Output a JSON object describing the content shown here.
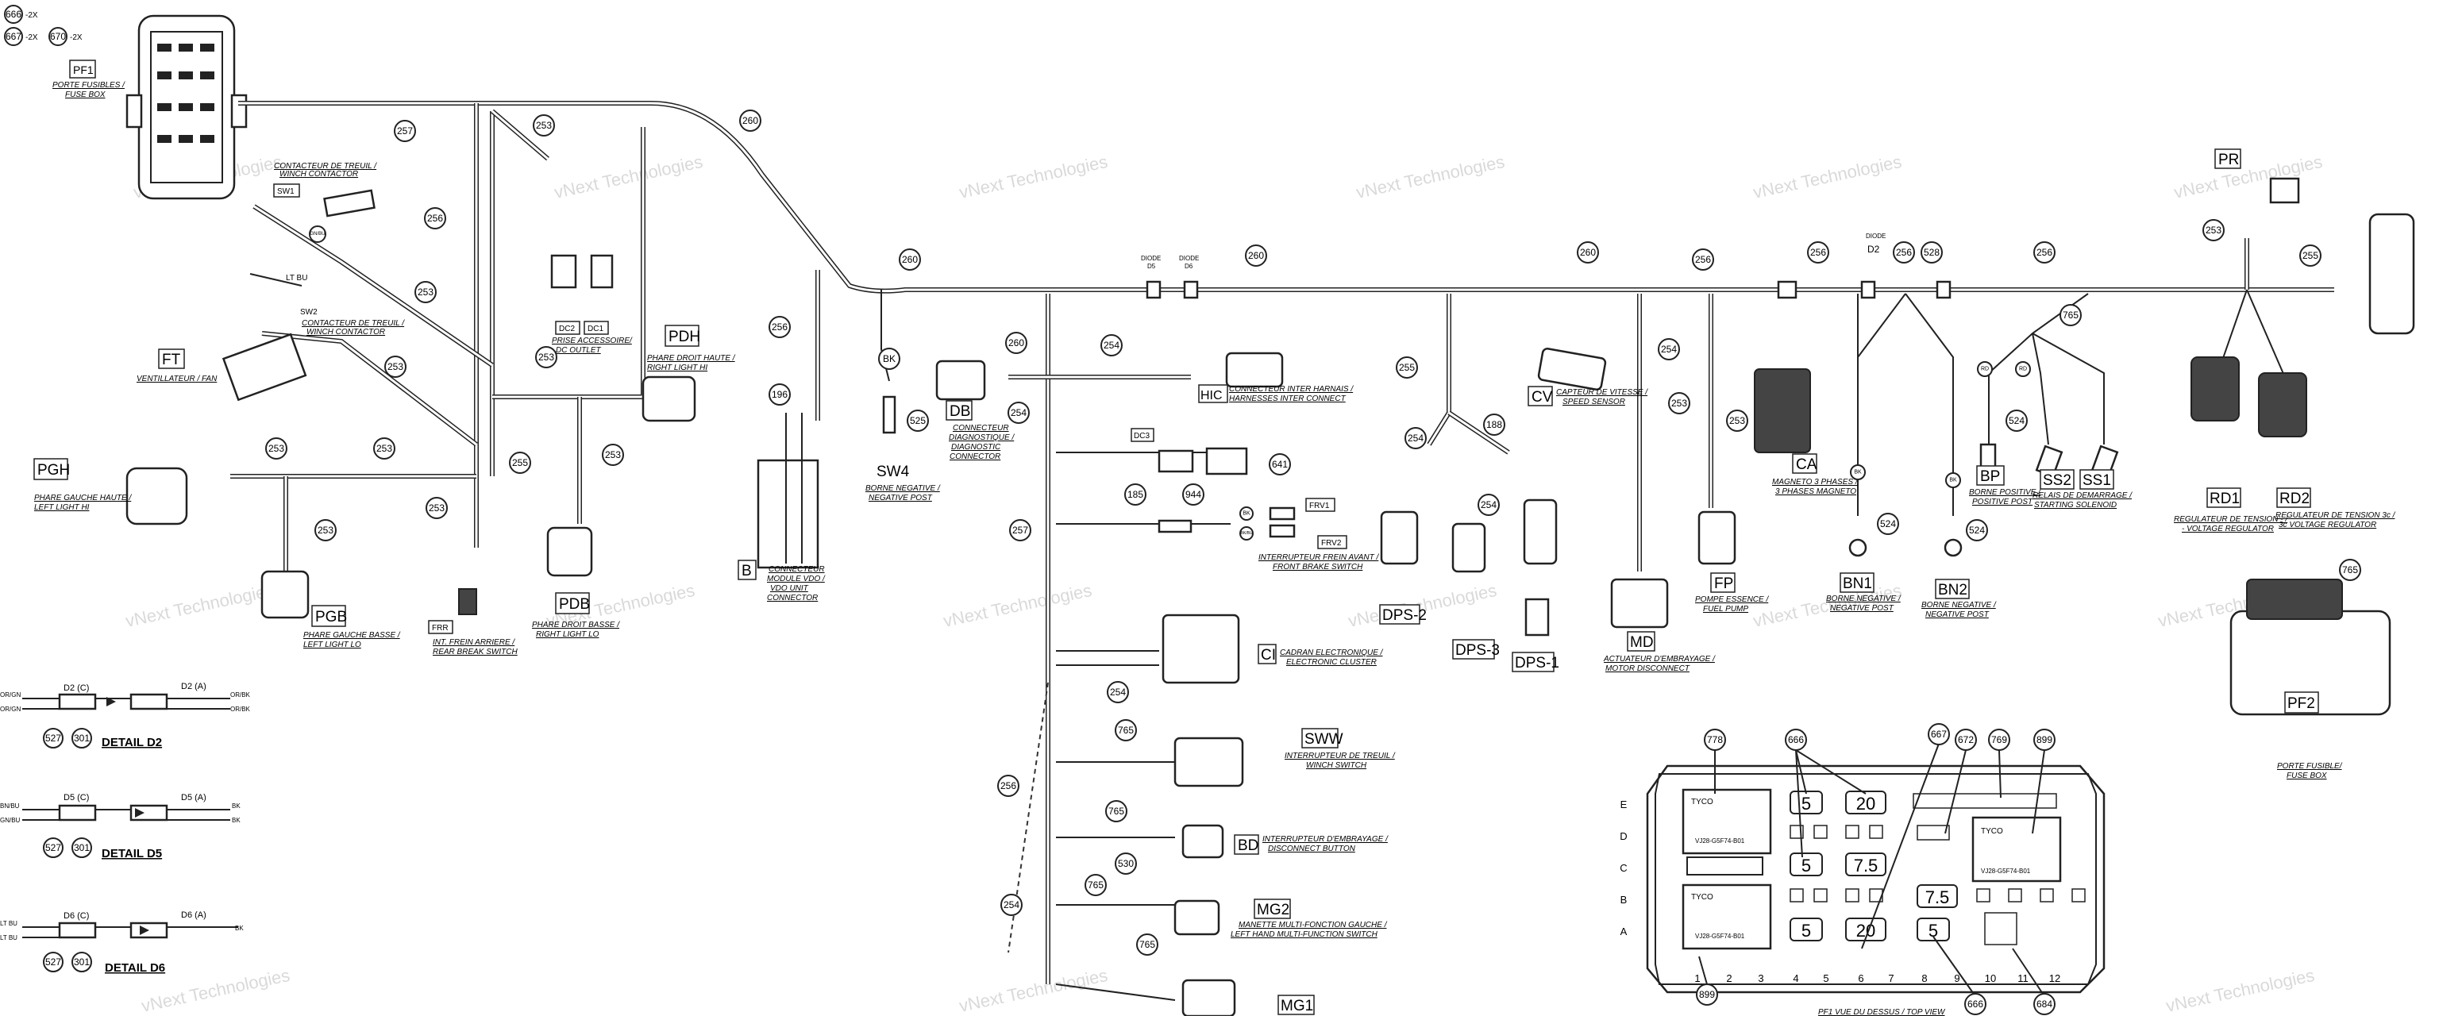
{
  "top_left": {
    "bubbles": [
      "666",
      "667",
      "670"
    ],
    "suffix": "-2X"
  },
  "wire_numbers": {
    "n260": "260",
    "n257": "257",
    "n253": "253",
    "n256": "256",
    "n255": "255",
    "n254": "254",
    "n196": "196",
    "n188": "188",
    "n185": "185",
    "n944": "944",
    "n765": "765",
    "n530": "530",
    "n525": "525",
    "n524": "524",
    "n641": "641",
    "n528": "528",
    "n527": "527",
    "n301": "301",
    "n778": "778",
    "n666": "666",
    "n667": "667",
    "n672": "672",
    "n769": "769",
    "n899": "899",
    "n684": "684"
  },
  "components": {
    "PF1": {
      "code": "PF1",
      "fr": "PORTE FUSIBLES /",
      "en": "FUSE BOX"
    },
    "SW1": {
      "code": "SW1",
      "fr": "CONTACTEUR DE TREUIL /",
      "en": "WINCH CONTACTOR"
    },
    "SW2": {
      "code": "SW2",
      "fr": "CONTACTEUR DE TREUIL /",
      "en": "WINCH CONTACTOR"
    },
    "FT": {
      "code": "FT",
      "fr": "VENTILLATEUR / FAN",
      "en": ""
    },
    "PGH": {
      "code": "PGH",
      "fr": "PHARE GAUCHE HAUTE /",
      "en": "LEFT LIGHT HI"
    },
    "PGB": {
      "code": "PGB",
      "fr": "PHARE GAUCHE BASSE /",
      "en": "LEFT LIGHT LO"
    },
    "FRR": {
      "code": "FRR",
      "fr": "INT. FREIN ARRIERE /",
      "en": "REAR BREAK SWITCH"
    },
    "DC2": {
      "code": "DC2"
    },
    "DC1": {
      "code": "DC1",
      "fr": "PRISE ACCESSOIRE/",
      "en": "DC OUTLET"
    },
    "PDH": {
      "code": "PDH",
      "fr": "PHARE DROIT HAUTE /",
      "en": "RIGHT LIGHT HI"
    },
    "PDB": {
      "code": "PDB",
      "fr": "PHARE DROIT BASSE /",
      "en": "RIGHT LIGHT LO"
    },
    "B": {
      "code": "B",
      "fr1": "CONNECTEUR",
      "fr2": "MODULE VDO /",
      "en1": "VDO UNIT",
      "en2": "CONNECTOR"
    },
    "SW4": {
      "code": "SW4",
      "fr": "BORNE NEGATIVE /",
      "en": "NEGATIVE POST"
    },
    "DB": {
      "code": "DB",
      "fr1": "CONNECTEUR",
      "fr2": "DIAGNOSTIQUE /",
      "en1": "DIAGNOSTIC",
      "en2": "CONNECTOR"
    },
    "HIC": {
      "code": "HIC",
      "fr": "CONNECTEUR INTER HARNAIS /",
      "en": "HARNESSES INTER CONNECT"
    },
    "DC3": {
      "code": "DC3"
    },
    "FRV1": {
      "code": "FRV1"
    },
    "FRV2": {
      "code": "FRV2",
      "fr": "INTERRUPTEUR FREIN AVANT /",
      "en": "FRONT BRAKE SWITCH"
    },
    "CI": {
      "code": "CI",
      "fr": "CADRAN ELECTRONIQUE /",
      "en": "ELECTRONIC CLUSTER"
    },
    "SWW": {
      "code": "SWW",
      "fr": "INTERRUPTEUR DE TREUIL /",
      "en": "WINCH SWITCH"
    },
    "BD": {
      "code": "BD",
      "fr": "INTERRUPTEUR D'EMBRAYAGE /",
      "en": "DISCONNECT BUTTON"
    },
    "MG2": {
      "code": "MG2",
      "fr": "MANETTE MULTI-FONCTION GAUCHE /",
      "en": "LEFT HAND MULTI-FUNCTION SWITCH"
    },
    "MG1": {
      "code": "MG1"
    },
    "DPS2": {
      "code": "DPS-2"
    },
    "DPS3": {
      "code": "DPS-3"
    },
    "DPS1": {
      "code": "DPS-1"
    },
    "CV": {
      "code": "CV",
      "fr": "CAPTEUR DE VITESSE /",
      "en": "SPEED SENSOR"
    },
    "MD": {
      "code": "MD",
      "fr": "ACTUATEUR D'EMBRAYAGE /",
      "en": "MOTOR DISCONNECT"
    },
    "FP": {
      "code": "FP",
      "fr": "POMPE ESSENCE /",
      "en": "FUEL PUMP"
    },
    "CA": {
      "code": "CA",
      "fr": "MAGNETO 3 PHASES /",
      "en": "3 PHASES MAGNETO"
    },
    "BN1": {
      "code": "BN1",
      "fr": "BORNE NEGATIVE /",
      "en": "NEGATIVE POST"
    },
    "BN2": {
      "code": "BN2",
      "fr": "BORNE NEGATIVE /",
      "en": "NEGATIVE POST"
    },
    "BP": {
      "code": "BP",
      "fr": "BORNE POSITIVE /",
      "en": "POSITIVE POST"
    },
    "SS2": {
      "code": "SS2",
      "fr": "RELAIS DE DEMARRAGE /",
      "en": "STARTING SOLENOID"
    },
    "SS1": {
      "code": "SS1"
    },
    "PR": {
      "code": "PR"
    },
    "RD1": {
      "code": "RD1",
      "fr": "REGULATEUR DE TENSION - /",
      "en": "- VOLTAGE REGULATOR"
    },
    "RD2": {
      "code": "RD2",
      "fr": "REGULATEUR DE TENSION 3c /",
      "en": "3c VOLTAGE REGULATOR"
    },
    "PF2": {
      "code": "PF2",
      "fr": "PORTE FUSIBLE/",
      "en": "FUSE BOX"
    }
  },
  "diodes": {
    "D5": "D5",
    "D6": "D6",
    "D2": "D2",
    "diode_word": "DIODE"
  },
  "wire_colors": {
    "bk": "BK",
    "ltbu": "LT BU",
    "gnbu": "GN/BU",
    "bkbu": "BK/BU",
    "rd": "RD",
    "orbk": "OR/BK",
    "orgn": "OR/GN"
  },
  "details": {
    "d2": {
      "title": "DETAIL D2",
      "c": "D2 (C)",
      "a": "D2 (A)",
      "l1": "OR/GN",
      "l2": "OR/GN",
      "r1": "OR/BK",
      "r2": "OR/BK"
    },
    "d5": {
      "title": "DETAIL D5",
      "c": "D5 (C)",
      "a": "D5 (A)",
      "l1": "BN/BU",
      "l2": "GN/BU",
      "r1": "BK",
      "r2": "BK"
    },
    "d6": {
      "title": "DETAIL D6",
      "c": "D6 (C)",
      "a": "D6 (A)",
      "l1": "LT BU",
      "l2": "LT BU",
      "r1": "BK",
      "r2": ""
    }
  },
  "fuse_box": {
    "rows": [
      "E",
      "D",
      "C",
      "B",
      "A"
    ],
    "cols": [
      "1",
      "2",
      "3",
      "4",
      "5",
      "6",
      "7",
      "8",
      "9",
      "10",
      "11",
      "12"
    ],
    "tyco": "TYCO",
    "relay_pn": "VJ28-G5F74-B01",
    "fuse_5": "5",
    "fuse_20": "20",
    "fuse_75": "7.5",
    "top_view": "PF1 VUE DU DESSUS / TOP VIEW"
  },
  "watermark": "vNext Technologies"
}
